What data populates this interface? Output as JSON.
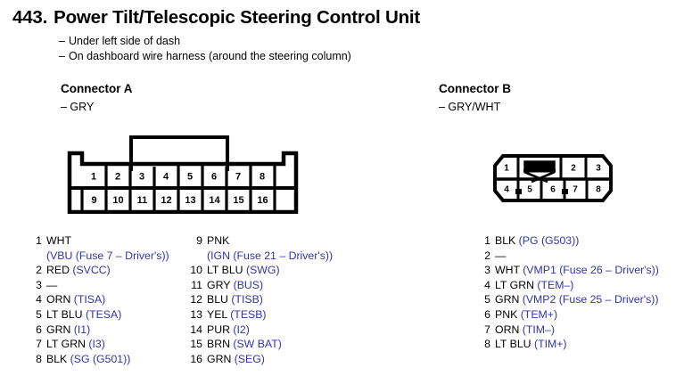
{
  "header": {
    "number": "443.",
    "title": "Power Tilt/Telescopic Steering Control Unit",
    "locations": [
      "Under left side of dash",
      "On dashboard wire harness (around the steering column)"
    ]
  },
  "connector_a": {
    "heading": "Connector A",
    "subheading": "– GRY",
    "diagram": {
      "top_row_pins": [
        "1",
        "2",
        "3",
        "4",
        "5",
        "6",
        "7",
        "8"
      ],
      "bottom_row_pins": [
        "9",
        "10",
        "11",
        "12",
        "13",
        "14",
        "15",
        "16"
      ],
      "pin_count": 16
    },
    "pins_left": [
      {
        "n": "1",
        "color": "WHT",
        "signal": "",
        "cont": "(VBU (Fuse 7 – Driver's))"
      },
      {
        "n": "2",
        "color": "RED",
        "signal": "(SVCC)",
        "cont": ""
      },
      {
        "n": "3",
        "color": "—",
        "signal": "",
        "cont": ""
      },
      {
        "n": "4",
        "color": "ORN",
        "signal": "(TISA)",
        "cont": ""
      },
      {
        "n": "5",
        "color": "LT BLU",
        "signal": "(TESA)",
        "cont": ""
      },
      {
        "n": "6",
        "color": "GRN",
        "signal": "(I1)",
        "cont": ""
      },
      {
        "n": "7",
        "color": "LT GRN",
        "signal": "(I3)",
        "cont": ""
      },
      {
        "n": "8",
        "color": "BLK",
        "signal": "(SG (G501))",
        "cont": ""
      }
    ],
    "pins_right": [
      {
        "n": "9",
        "color": "PNK",
        "signal": "",
        "cont": "(IGN (Fuse 21 – Driver's))"
      },
      {
        "n": "10",
        "color": "LT BLU",
        "signal": "(SWG)",
        "cont": ""
      },
      {
        "n": "11",
        "color": "GRY",
        "signal": "(BUS)",
        "cont": ""
      },
      {
        "n": "12",
        "color": "BLU",
        "signal": "(TISB)",
        "cont": ""
      },
      {
        "n": "13",
        "color": "YEL",
        "signal": "(TESB)",
        "cont": ""
      },
      {
        "n": "14",
        "color": "PUR",
        "signal": "(I2)",
        "cont": ""
      },
      {
        "n": "15",
        "color": "BRN",
        "signal": "(SW BAT)",
        "cont": ""
      },
      {
        "n": "16",
        "color": "GRN",
        "signal": "(SEG)",
        "cont": ""
      }
    ]
  },
  "connector_b": {
    "heading": "Connector B",
    "subheading": "– GRY/WHT",
    "diagram": {
      "top_row_pins": [
        "1",
        "2",
        "3"
      ],
      "bottom_row_pins": [
        "4",
        "5",
        "6",
        "7",
        "8"
      ],
      "pin_count": 8
    },
    "pins": [
      {
        "n": "1",
        "color": "BLK",
        "signal": "(PG (G503))"
      },
      {
        "n": "2",
        "color": "—",
        "signal": ""
      },
      {
        "n": "3",
        "color": "WHT",
        "signal": "(VMP1 (Fuse 26 – Driver's))"
      },
      {
        "n": "4",
        "color": "LT GRN",
        "signal": "(TEM–)"
      },
      {
        "n": "5",
        "color": "GRN",
        "signal": "(VMP2 (Fuse 25 – Driver's))"
      },
      {
        "n": "6",
        "color": "PNK",
        "signal": "(TEM+)"
      },
      {
        "n": "7",
        "color": "ORN",
        "signal": "(TIM–)"
      },
      {
        "n": "8",
        "color": "LT BLU",
        "signal": "(TIM+)"
      }
    ]
  },
  "colors": {
    "signal_blue": "#3333aa",
    "ink_black": "#000000",
    "page_background": "#ffffff"
  }
}
